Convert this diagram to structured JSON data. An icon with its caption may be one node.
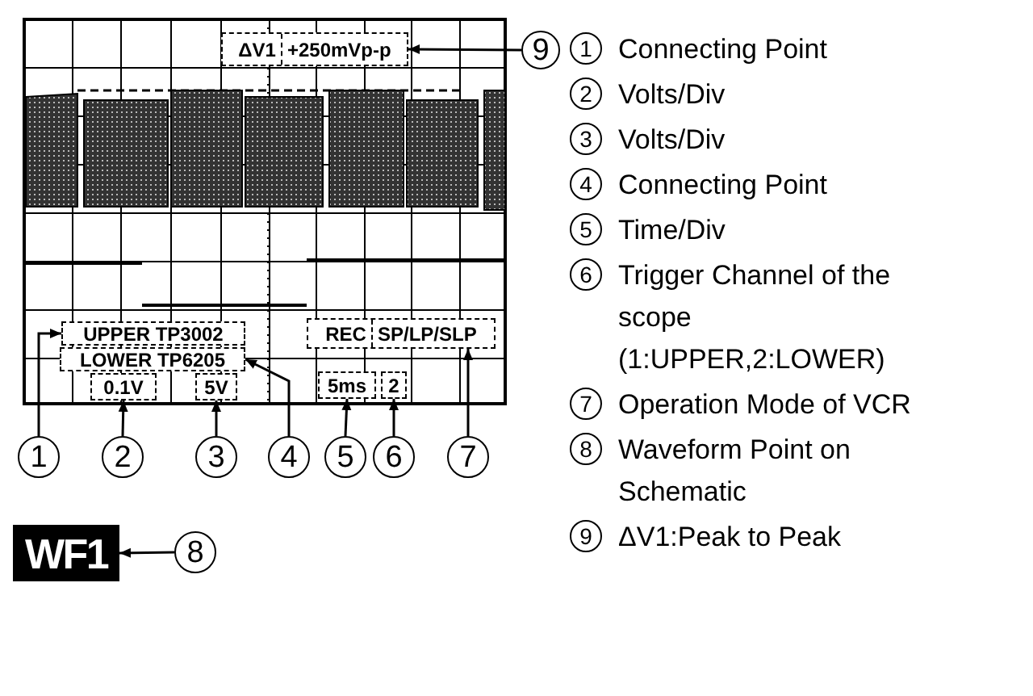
{
  "diagram": {
    "nodes": [
      {
        "text": [
          "ΔV1",
          "+250mVp-p"
        ]
      },
      {
        "text": [
          "UPPER TP3002"
        ]
      },
      {
        "text": [
          "LOWER TP6205"
        ]
      },
      {
        "text": [
          "REC",
          "SP/LP/SLP"
        ]
      },
      {
        "text": [
          "0.1V"
        ]
      },
      {
        "text": [
          "5V"
        ]
      },
      {
        "text": [
          "5ms"
        ]
      },
      {
        "text": [
          "2"
        ]
      },
      {
        "text": [
          "9"
        ]
      },
      {
        "text": [
          "1"
        ]
      },
      {
        "text": [
          "2"
        ]
      },
      {
        "text": [
          "3"
        ]
      },
      {
        "text": [
          "4"
        ]
      },
      {
        "text": [
          "5"
        ]
      },
      {
        "text": [
          "6"
        ]
      },
      {
        "text": [
          "7"
        ]
      },
      {
        "text": [
          "WF1"
        ]
      },
      {
        "text": [
          "8"
        ]
      }
    ],
    "edges": [
      {
        "from": 8,
        "to": 0,
        "arrow": "to"
      },
      {
        "from": 9,
        "to": 1,
        "arrow": "to"
      },
      {
        "from": 10,
        "to": 4,
        "arrow": "to"
      },
      {
        "from": 11,
        "to": 5,
        "arrow": "to"
      },
      {
        "from": 12,
        "to": 2,
        "arrow": "to"
      },
      {
        "from": 13,
        "to": 6,
        "arrow": "to"
      },
      {
        "from": 14,
        "to": 7,
        "arrow": "to"
      },
      {
        "from": 15,
        "to": 3,
        "arrow": "to"
      },
      {
        "from": 17,
        "to": 16,
        "arrow": "to"
      }
    ],
    "labels": [
      "1",
      "Connecting Point",
      "2",
      "Volts/Div",
      "3",
      "Volts/Div",
      "4",
      "Connecting Point",
      "5",
      "Time/Div",
      "6",
      "Trigger Channel of the scope (1:UPPER,2:LOWER)",
      "7",
      "Operation Mode of VCR",
      "8",
      "Waveform Point on Schematic",
      "9",
      "ΔV1:Peak to Peak"
    ]
  }
}
